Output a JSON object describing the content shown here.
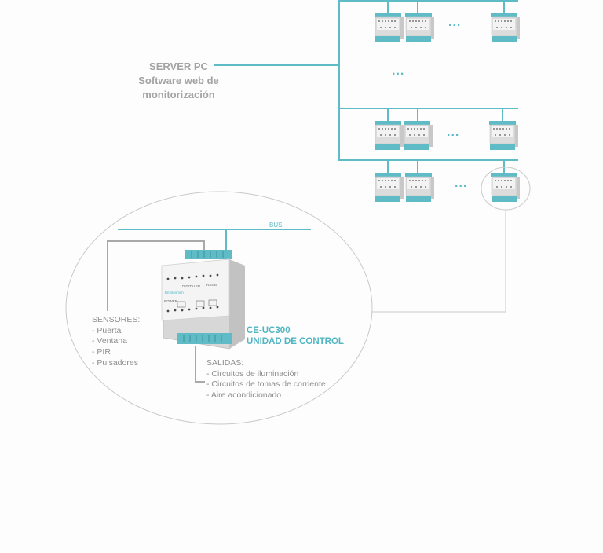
{
  "server": {
    "line1": "SERVER PC",
    "line2": "Software web de",
    "line3": "monitorización"
  },
  "ellipsis": "...",
  "bus_label": "BUS",
  "sensors": {
    "title": "SENSORES:",
    "items": [
      "- Puerta",
      "- Ventana",
      "- PIR",
      "- Pulsadores"
    ]
  },
  "outputs": {
    "title": "SALIDAS:",
    "items": [
      "- Circuitos de iluminación",
      "- Circuitos de tomas de corriente",
      "- Aire acondicionado"
    ]
  },
  "control_unit": {
    "model": "CE-UC300",
    "name": "UNIDAD DE CONTROL"
  },
  "device": {
    "label_top": "DIGITAL IN",
    "label_rs": "RS485",
    "label_power": "POWER",
    "brand": "Bmotesmith"
  },
  "colors": {
    "accent": "#5fbcc7",
    "line_gray": "#b9b9b9",
    "text_gray": "#9a9a9a"
  }
}
